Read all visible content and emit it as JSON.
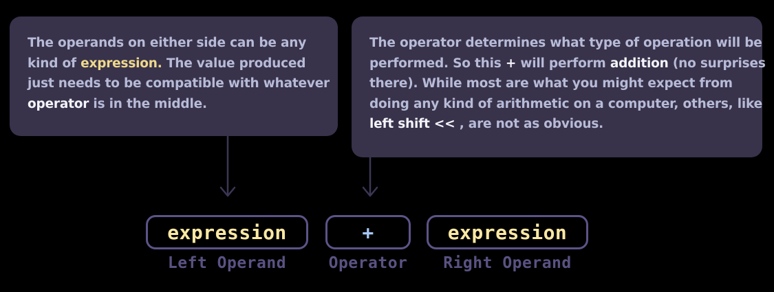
{
  "colors": {
    "bg": "#000000",
    "panel": "#38324b",
    "body-text": "#b7bbd7",
    "em-white": "#f3f4fa",
    "em-yellow": "#efd98b",
    "token-yellow": "#fbe8a3",
    "token-blue": "#a6c6f4",
    "token-border": "#5d5388",
    "label": "#5a5282",
    "arrow": "#3c3655"
  },
  "callouts": {
    "operands_note": {
      "lines": [
        [
          {
            "text": "The operands on either side can be any"
          }
        ],
        [
          {
            "text": "kind of "
          },
          {
            "text": "expression.",
            "style": "em-yellow"
          },
          {
            "text": " The value produced"
          }
        ],
        [
          {
            "text": "just needs to be compatible with whatever"
          }
        ],
        [
          {
            "text": "operator",
            "style": "em-white"
          },
          {
            "text": " is in the middle."
          }
        ]
      ]
    },
    "operator_note": {
      "lines": [
        [
          {
            "text": "The operator determines what type of operation will be"
          }
        ],
        [
          {
            "text": "performed. So this "
          },
          {
            "text": "+",
            "style": "em-white"
          },
          {
            "text": " will perform "
          },
          {
            "text": "addition",
            "style": "em-white"
          },
          {
            "text": " (no surprises"
          }
        ],
        [
          {
            "text": "there). While most are what you might expect from"
          }
        ],
        [
          {
            "text": "doing any kind of arithmetic on a computer, others, like"
          }
        ],
        [
          {
            "text": "left shift <<",
            "style": "em-white"
          },
          {
            "text": " , are not as obvious."
          }
        ]
      ]
    }
  },
  "tokens": [
    {
      "label": "expression",
      "caption": "Left Operand",
      "color": "#fbe8a3"
    },
    {
      "label": "+",
      "caption": "Operator",
      "color": "#a6c6f4"
    },
    {
      "label": "expression",
      "caption": "Right Operand",
      "color": "#fbe8a3"
    }
  ]
}
